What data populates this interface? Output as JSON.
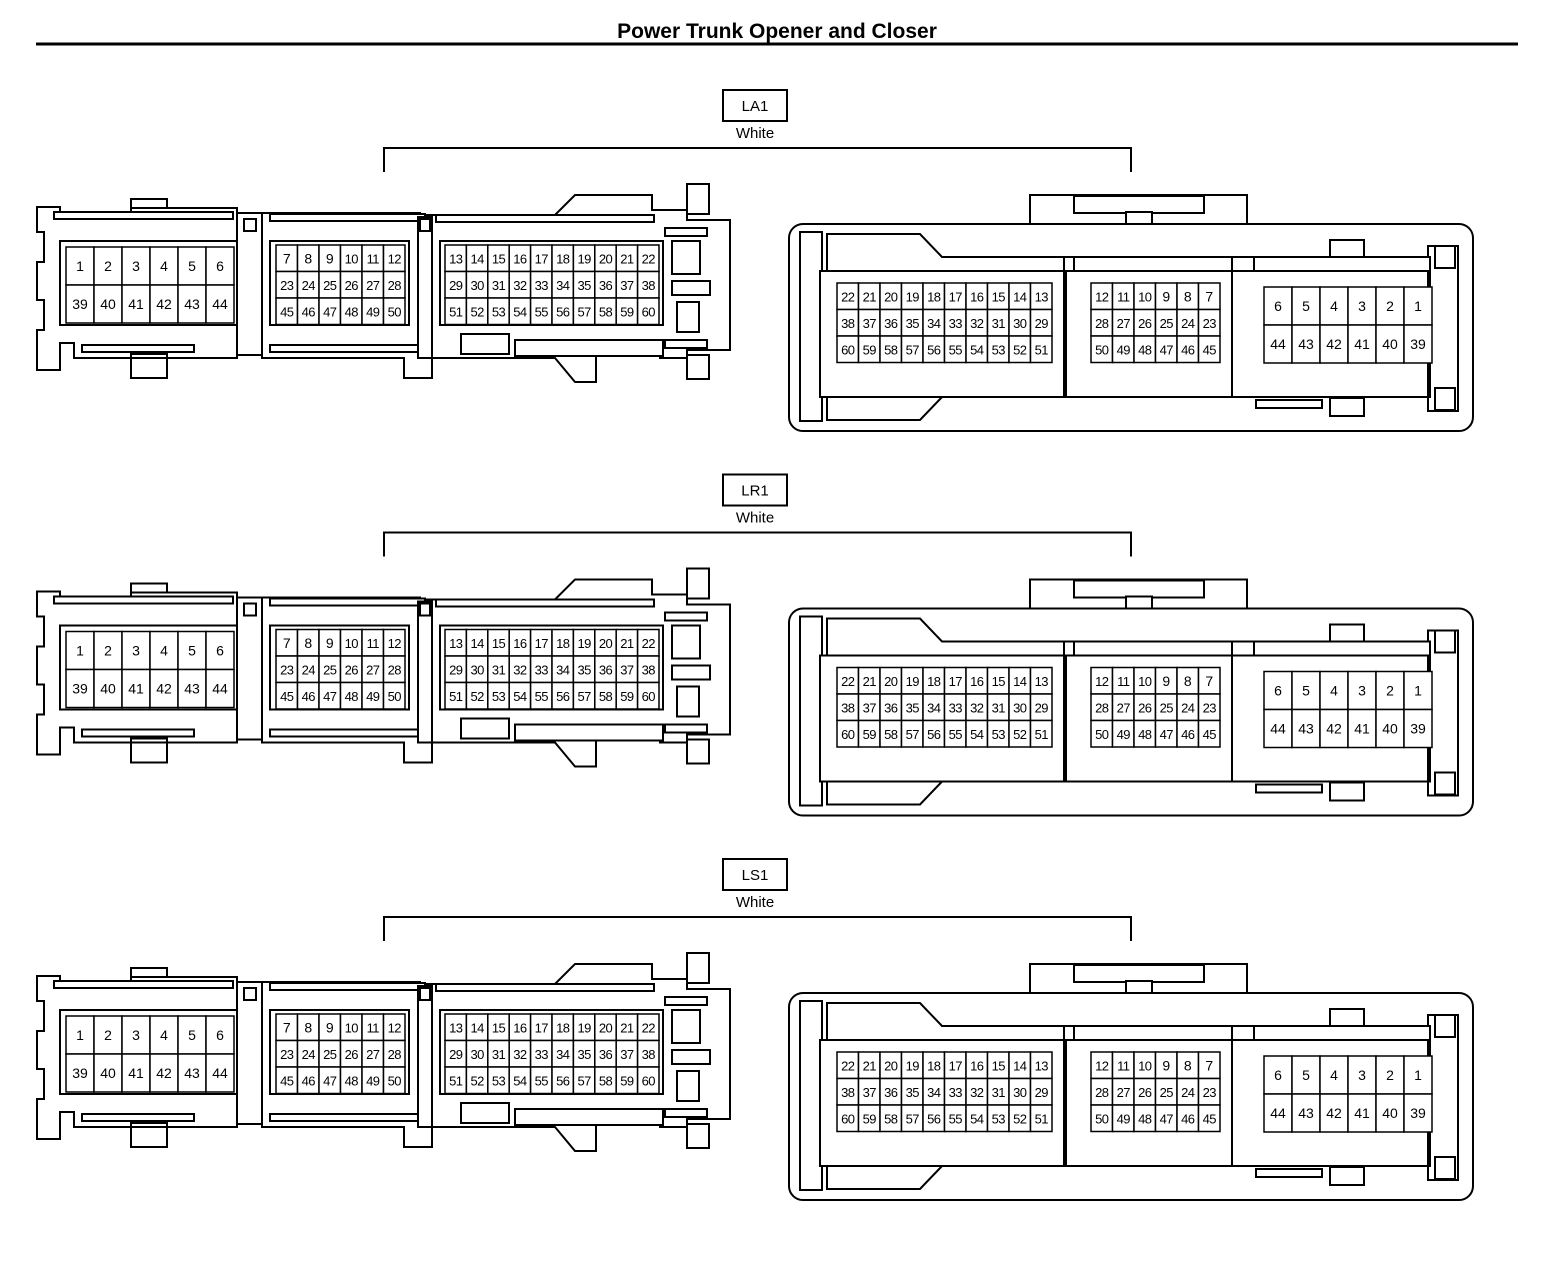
{
  "title": "Power Trunk Opener and Closer",
  "connectors": [
    {
      "id": "LA1",
      "color": "White"
    },
    {
      "id": "LR1",
      "color": "White"
    },
    {
      "id": "LS1",
      "color": "White"
    }
  ],
  "female_face": {
    "block_a": [
      [
        "1",
        "2",
        "3",
        "4",
        "5",
        "6"
      ],
      [
        "39",
        "40",
        "41",
        "42",
        "43",
        "44"
      ]
    ],
    "block_b": [
      [
        "7",
        "8",
        "9",
        "10",
        "11",
        "12"
      ],
      [
        "23",
        "24",
        "25",
        "26",
        "27",
        "28"
      ],
      [
        "45",
        "46",
        "47",
        "48",
        "49",
        "50"
      ]
    ],
    "block_c": [
      [
        "13",
        "14",
        "15",
        "16",
        "17",
        "18",
        "19",
        "20",
        "21",
        "22"
      ],
      [
        "29",
        "30",
        "31",
        "32",
        "33",
        "34",
        "35",
        "36",
        "37",
        "38"
      ],
      [
        "51",
        "52",
        "53",
        "54",
        "55",
        "56",
        "57",
        "58",
        "59",
        "60"
      ]
    ]
  },
  "male_face": {
    "block_a": [
      [
        "22",
        "21",
        "20",
        "19",
        "18",
        "17",
        "16",
        "15",
        "14",
        "13"
      ],
      [
        "38",
        "37",
        "36",
        "35",
        "34",
        "33",
        "32",
        "31",
        "30",
        "29"
      ],
      [
        "60",
        "59",
        "58",
        "57",
        "56",
        "55",
        "54",
        "53",
        "52",
        "51"
      ]
    ],
    "block_b": [
      [
        "12",
        "11",
        "10",
        "9",
        "8",
        "7"
      ],
      [
        "28",
        "27",
        "26",
        "25",
        "24",
        "23"
      ],
      [
        "50",
        "49",
        "48",
        "47",
        "46",
        "45"
      ]
    ],
    "block_c": [
      [
        "6",
        "5",
        "4",
        "3",
        "2",
        "1"
      ],
      [
        "44",
        "43",
        "42",
        "41",
        "40",
        "39"
      ]
    ]
  }
}
